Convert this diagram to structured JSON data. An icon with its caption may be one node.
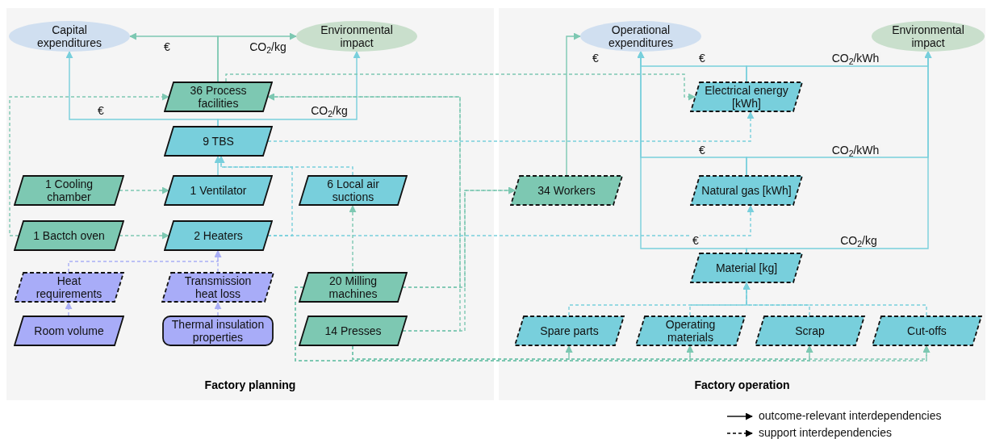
{
  "diagram": {
    "nodes": [
      {
        "text": [
          "Factory planning"
        ]
      },
      {
        "text": [
          "Factory operation"
        ]
      },
      {
        "text": [
          "Capital expenditures"
        ],
        "in": 0
      },
      {
        "text": [
          "Environmental impact"
        ],
        "in": 0
      },
      {
        "text": [
          "36 Process facilities"
        ],
        "in": 0
      },
      {
        "text": [
          "9 TBS"
        ],
        "in": 0
      },
      {
        "text": [
          "1 Cooling chamber"
        ],
        "in": 0
      },
      {
        "text": [
          "1 Ventilator"
        ],
        "in": 0
      },
      {
        "text": [
          "6 Local air suctions"
        ],
        "in": 0
      },
      {
        "text": [
          "1 Bactch oven"
        ],
        "in": 0
      },
      {
        "text": [
          "2 Heaters"
        ],
        "in": 0
      },
      {
        "text": [
          "Heat requirements"
        ],
        "in": 0
      },
      {
        "text": [
          "Transmission heat loss"
        ],
        "in": 0
      },
      {
        "text": [
          "Room volume"
        ],
        "in": 0
      },
      {
        "text": [
          "Thermal insulation properties"
        ],
        "in": 0
      },
      {
        "text": [
          "20 Milling machines"
        ],
        "in": 0
      },
      {
        "text": [
          "14 Presses"
        ],
        "in": 0
      },
      {
        "text": [
          "Operational expenditures"
        ],
        "in": 1
      },
      {
        "text": [
          "Environmental impact"
        ],
        "in": 1
      },
      {
        "text": [
          "Electrical energy [kWh]"
        ],
        "in": 1
      },
      {
        "text": [
          "34 Workers"
        ],
        "in": 1
      },
      {
        "text": [
          "Natural gas [kWh]"
        ],
        "in": 1
      },
      {
        "text": [
          "Material [kg]"
        ],
        "in": 1
      },
      {
        "text": [
          "Spare parts"
        ],
        "in": 1
      },
      {
        "text": [
          "Operating materials"
        ],
        "in": 1
      },
      {
        "text": [
          "Scrap"
        ],
        "in": 1
      },
      {
        "text": [
          "Cut-offs"
        ],
        "in": 1
      }
    ],
    "edges": [
      {
        "from": 4,
        "to": 2,
        "arrow": "to",
        "label": "€"
      },
      {
        "from": 4,
        "to": 3,
        "arrow": "to",
        "label": "CO$_{2}$/kg"
      },
      {
        "from": 5,
        "to": 2,
        "arrow": "to",
        "label": "€",
        "color": "#78cfdc"
      },
      {
        "from": 5,
        "to": 3,
        "arrow": "to",
        "label": "CO$_{2}$/kg",
        "color": "#78cfdc"
      },
      {
        "from": 7,
        "to": 5,
        "arrow": "to",
        "color": "#78cfdc"
      },
      {
        "from": 8,
        "to": 5,
        "arrow": "to",
        "style": "dashed",
        "color": "#78cfdc"
      },
      {
        "from": 10,
        "to": 5,
        "arrow": "to",
        "style": "dashed",
        "color": "#78cfdc"
      },
      {
        "from": 6,
        "to": 7,
        "arrow": "to",
        "style": "dashed"
      },
      {
        "from": 9,
        "to": 10,
        "arrow": "to",
        "style": "dashed"
      },
      {
        "from": 9,
        "to": 4,
        "arrow": "to",
        "style": "dashed"
      },
      {
        "from": 15,
        "to": 4,
        "arrow": "to",
        "style": "dashed"
      },
      {
        "from": 16,
        "to": 4,
        "arrow": "to",
        "style": "dashed"
      },
      {
        "from": 15,
        "to": 20,
        "arrow": "to",
        "style": "dashed"
      },
      {
        "from": 16,
        "to": 20,
        "arrow": "to",
        "style": "dashed"
      },
      {
        "from": 4,
        "to": 19,
        "arrow": "to",
        "style": "dashed"
      },
      {
        "from": 5,
        "to": 19,
        "arrow": "to",
        "style": "dashed",
        "color": "#78cfdc"
      },
      {
        "from": 10,
        "to": 21,
        "arrow": "to",
        "style": "dashed",
        "color": "#78cfdc"
      },
      {
        "from": 11,
        "to": 10,
        "arrow": "to",
        "style": "dashed",
        "color": "#a9aef5"
      },
      {
        "from": 12,
        "to": 10,
        "arrow": "to",
        "style": "dashed",
        "color": "#a9aef5"
      },
      {
        "from": 13,
        "to": 11,
        "arrow": "to",
        "style": "dashed",
        "color": "#a9aef5"
      },
      {
        "from": 14,
        "to": 12,
        "arrow": "to",
        "style": "dashed",
        "color": "#a9aef5"
      },
      {
        "from": 15,
        "to": 8,
        "arrow": "to",
        "style": "dashed"
      },
      {
        "from": 16,
        "to": 23,
        "arrow": "to",
        "style": "dashed"
      },
      {
        "from": 16,
        "to": 24,
        "arrow": "to",
        "style": "dashed"
      },
      {
        "from": 16,
        "to": 25,
        "arrow": "to",
        "style": "dashed"
      },
      {
        "from": 16,
        "to": 26,
        "arrow": "to",
        "style": "dashed"
      },
      {
        "from": 15,
        "to": 23,
        "arrow": "to",
        "style": "dashed"
      },
      {
        "from": 15,
        "to": 24,
        "arrow": "to",
        "style": "dashed"
      },
      {
        "from": 15,
        "to": 25,
        "arrow": "to",
        "style": "dashed"
      },
      {
        "from": 15,
        "to": 26,
        "arrow": "to",
        "style": "dashed"
      },
      {
        "from": 23,
        "to": 22,
        "arrow": "to",
        "style": "dashed",
        "color": "#78cfdc"
      },
      {
        "from": 24,
        "to": 22,
        "arrow": "to",
        "style": "dashed",
        "color": "#78cfdc"
      },
      {
        "from": 25,
        "to": 22,
        "arrow": "to",
        "style": "dashed",
        "color": "#78cfdc"
      },
      {
        "from": 26,
        "to": 22,
        "arrow": "to",
        "style": "dashed",
        "color": "#78cfdc"
      },
      {
        "from": 20,
        "to": 17,
        "arrow": "to",
        "label": "€"
      },
      {
        "from": 19,
        "to": 17,
        "arrow": "to",
        "label": "€",
        "color": "#78cfdc"
      },
      {
        "from": 19,
        "to": 18,
        "arrow": "to",
        "label": "CO$_{2}$/kWh",
        "color": "#78cfdc"
      },
      {
        "from": 21,
        "to": 17,
        "arrow": "to",
        "label": "€",
        "color": "#78cfdc"
      },
      {
        "from": 21,
        "to": 18,
        "arrow": "to",
        "label": "CO$_{2}$/kWh",
        "color": "#78cfdc"
      },
      {
        "from": 22,
        "to": 17,
        "arrow": "to",
        "label": "€",
        "color": "#78cfdc"
      },
      {
        "from": 22,
        "to": 18,
        "arrow": "to",
        "label": "CO$_{2}$/kg",
        "color": "#78cfdc"
      }
    ],
    "legend": [
      {
        "text": "outcome-relevant interdependencies"
      },
      {
        "text": "support interdependencies"
      }
    ]
  }
}
